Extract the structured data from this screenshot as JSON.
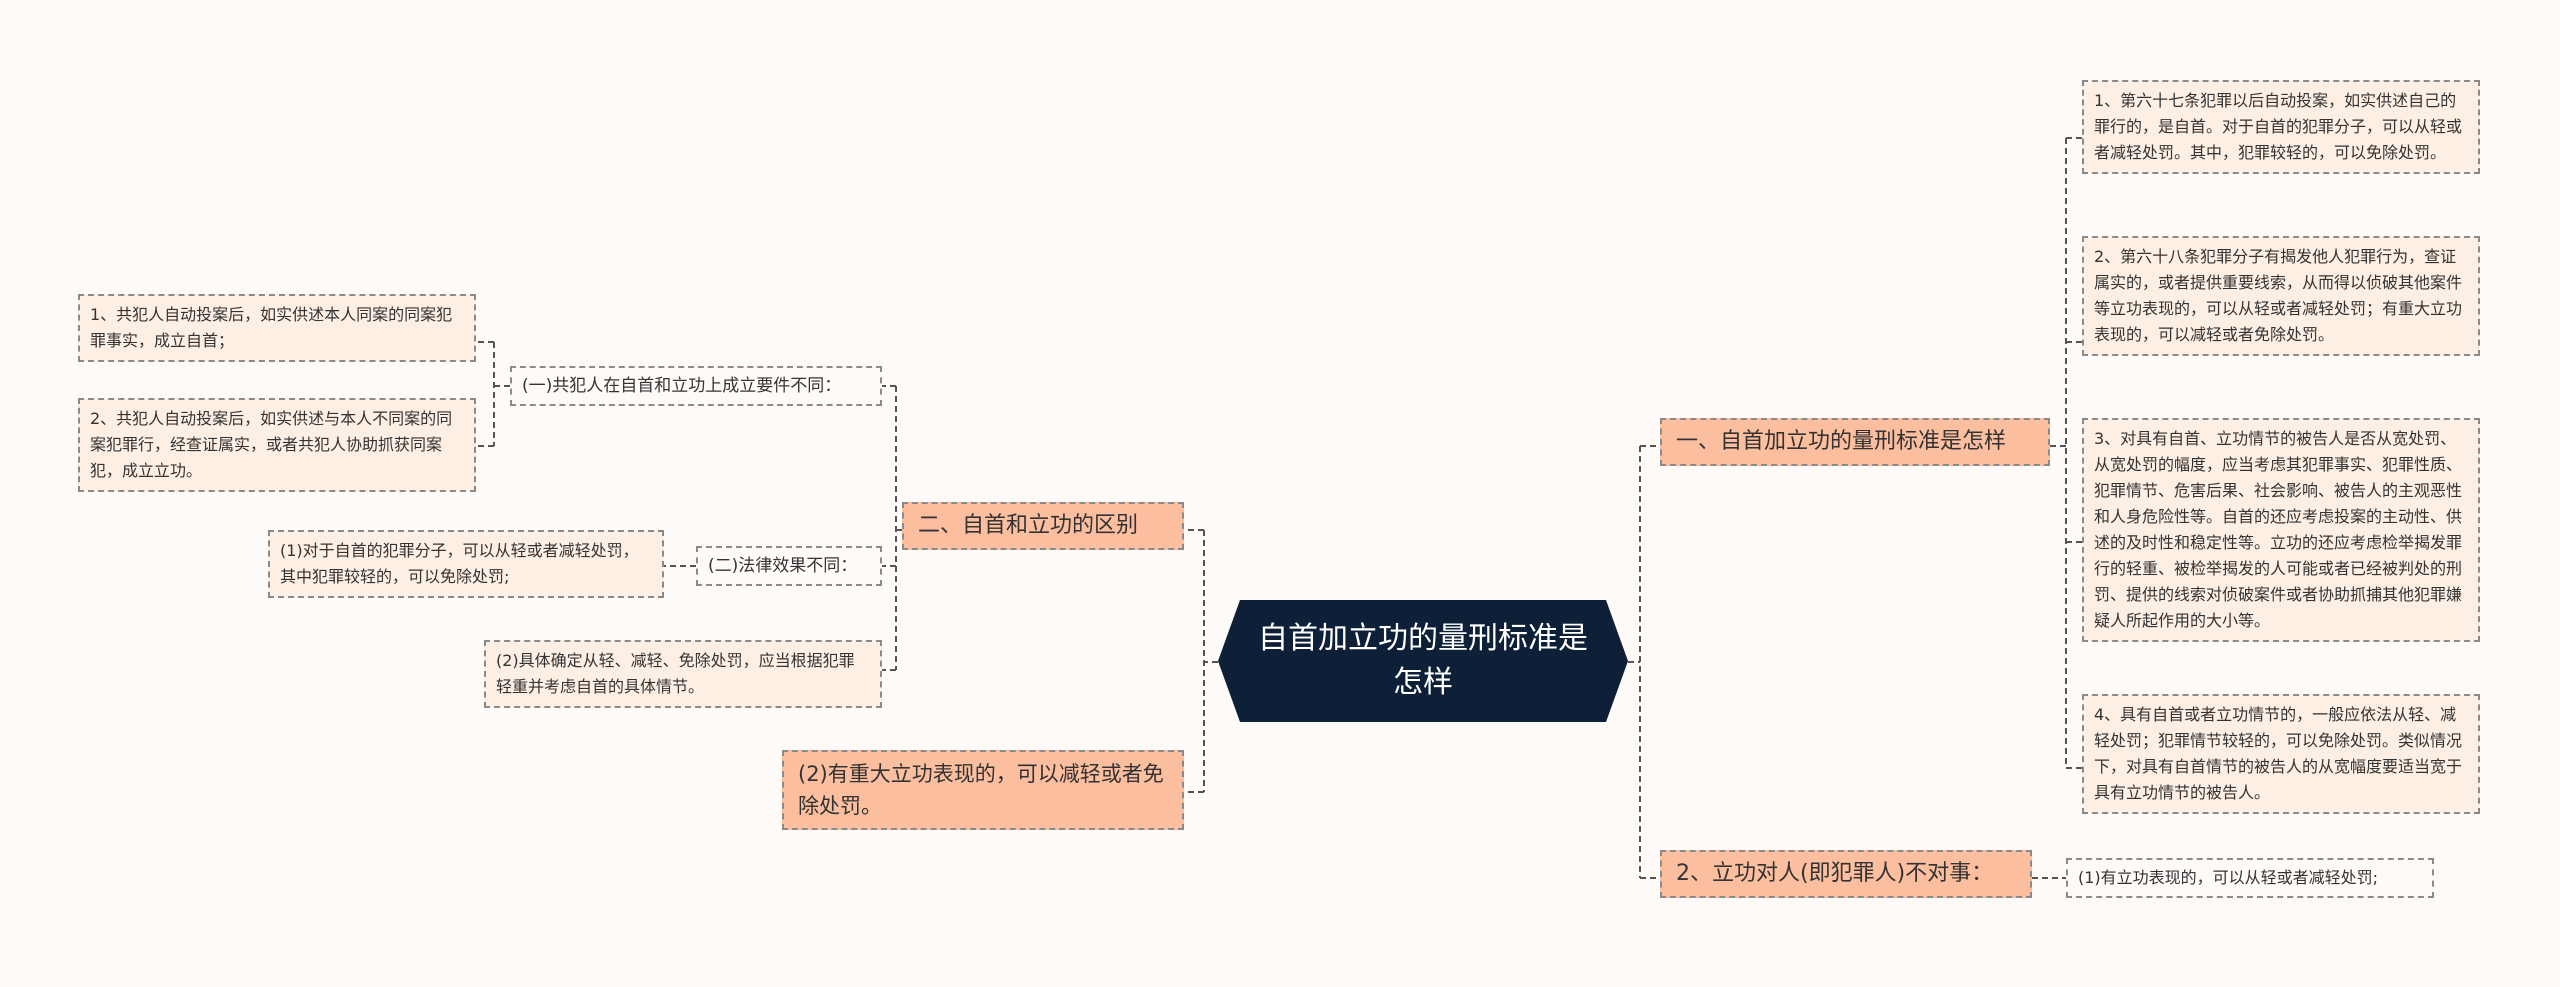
{
  "center": {
    "title": "自首加立功的量刑标准是怎样"
  },
  "right": {
    "branch1": {
      "label": "一、自首加立功的量刑标准是怎样",
      "items": [
        "1、第六十七条犯罪以后自动投案，如实供述自己的罪行的，是自首。对于自首的犯罪分子，可以从轻或者减轻处罚。其中，犯罪较轻的，可以免除处罚。",
        "2、第六十八条犯罪分子有揭发他人犯罪行为，查证属实的，或者提供重要线索，从而得以侦破其他案件等立功表现的，可以从轻或者减轻处罚；有重大立功表现的，可以减轻或者免除处罚。",
        "3、对具有自首、立功情节的被告人是否从宽处罚、从宽处罚的幅度，应当考虑其犯罪事实、犯罪性质、犯罪情节、危害后果、社会影响、被告人的主观恶性和人身危险性等。自首的还应考虑投案的主动性、供述的及时性和稳定性等。立功的还应考虑检举揭发罪行的轻重、被检举揭发的人可能或者已经被判处的刑罚、提供的线索对侦破案件或者协助抓捕其他犯罪嫌疑人所起作用的大小等。",
        "4、具有自首或者立功情节的，一般应依法从轻、减轻处罚；犯罪情节较轻的，可以免除处罚。类似情况下，对具有自首情节的被告人的从宽幅度要适当宽于具有立功情节的被告人。"
      ]
    },
    "branch2": {
      "label": "2、立功对人(即犯罪人)不对事：",
      "items": [
        "(1)有立功表现的，可以从轻或者减轻处罚;"
      ]
    }
  },
  "left": {
    "branch1": {
      "label": "二、自首和立功的区别",
      "sub1": {
        "label": "(一)共犯人在自首和立功上成立要件不同：",
        "items": [
          "1、共犯人自动投案后，如实供述本人同案的同案犯罪事实，成立自首；",
          "2、共犯人自动投案后，如实供述与本人不同案的同案犯罪行，经查证属实，或者共犯人协助抓获同案犯，成立立功。"
        ]
      },
      "sub2": {
        "label": "(二)法律效果不同：",
        "items": [
          "(1)对于自首的犯罪分子，可以从轻或者减轻处罚，其中犯罪较轻的，可以免除处罚;"
        ]
      },
      "extra": "(2)具体确定从轻、减轻、免除处罚，应当根据犯罪轻重并考虑自首的具体情节。"
    },
    "branch2": {
      "label": "(2)有重大立功表现的，可以减轻或者免除处罚。"
    }
  },
  "colors": {
    "center_bg": "#0e1f38",
    "branch_bg": "#fbbe9f",
    "leaf_bg": "#fdefe3",
    "line": "#555555"
  }
}
